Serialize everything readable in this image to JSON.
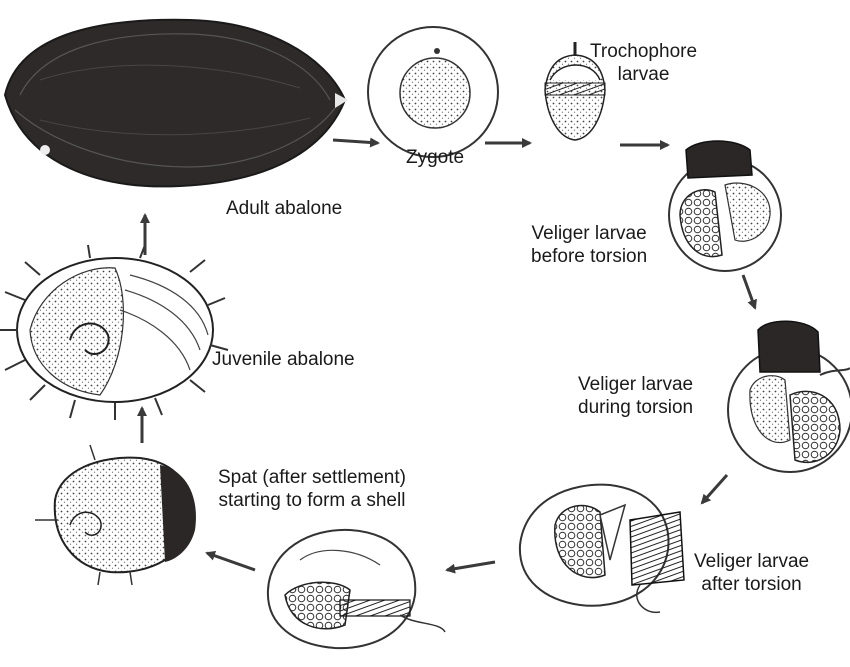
{
  "stages": {
    "adult": "Adult abalone",
    "zygote": "Zygote",
    "trochophore": {
      "line1": "Trochophore",
      "line2": "larvae"
    },
    "veliger_before": {
      "line1": "Veliger larvae",
      "line2": "before torsion"
    },
    "veliger_during": {
      "line1": "Veliger larvae",
      "line2": "during torsion"
    },
    "veliger_after": {
      "line1": "Veliger larvae",
      "line2": "after torsion"
    },
    "spat": {
      "line1": "Spat (after settlement)",
      "line2": "starting to form a shell"
    },
    "juvenile": "Juvenile abalone"
  },
  "colors": {
    "ink": "#2b2727",
    "line": "#3a3a3a",
    "paper": "#ffffff"
  },
  "icons": [
    "adult-abalone-drawing",
    "zygote-drawing",
    "trochophore-drawing",
    "veliger-before-torsion-drawing",
    "veliger-during-torsion-drawing",
    "veliger-after-torsion-drawing",
    "settling-veliger-drawing",
    "spat-drawing",
    "juvenile-abalone-drawing",
    "arrow-icon"
  ]
}
